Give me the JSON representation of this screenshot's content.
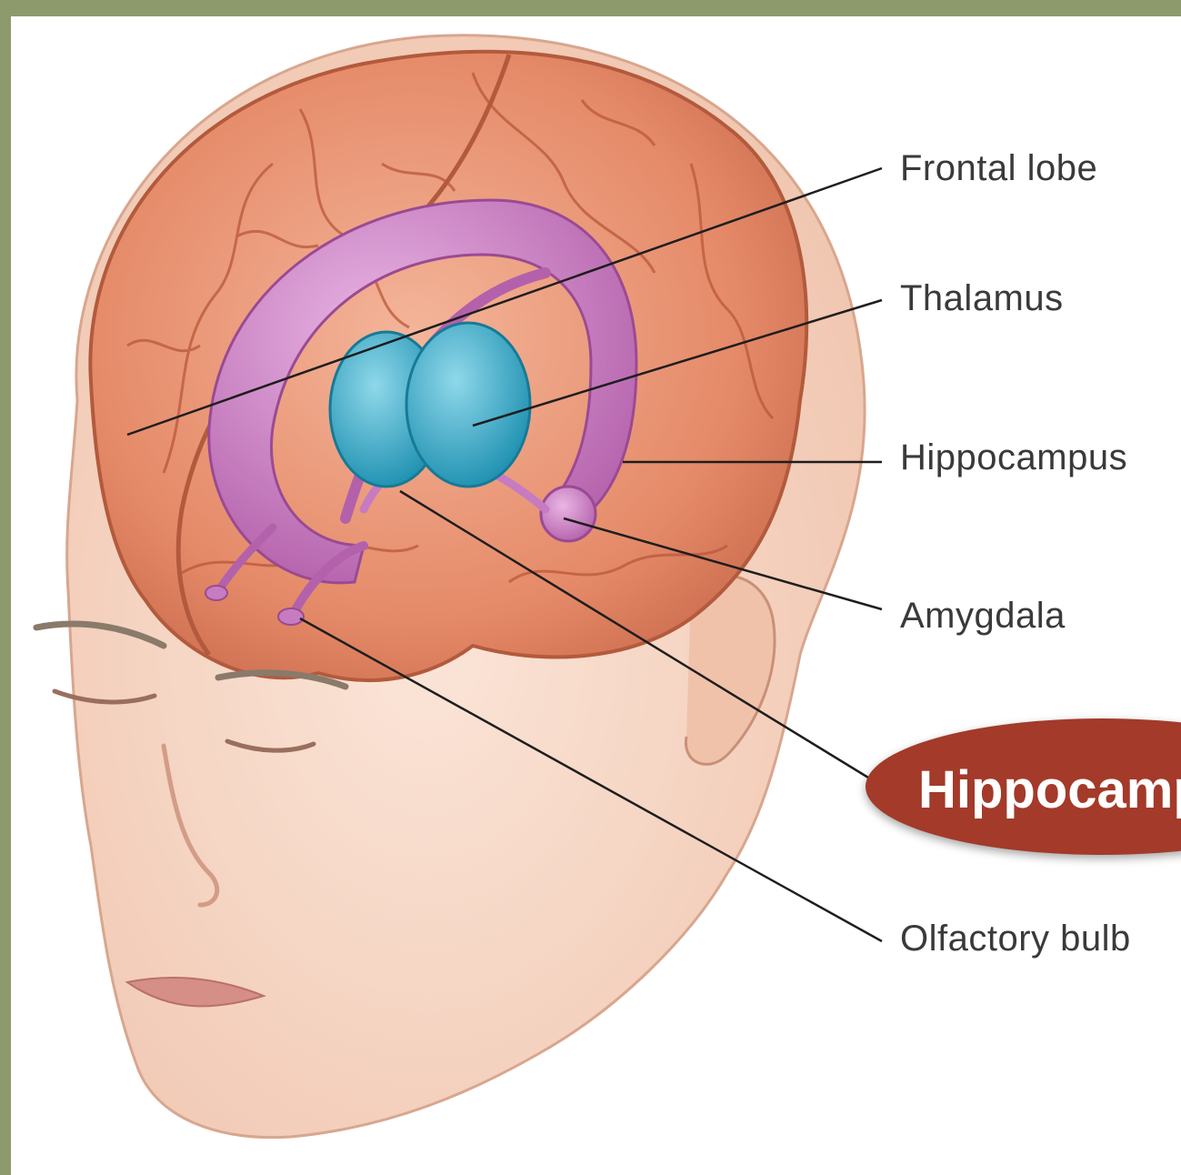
{
  "labels": {
    "frontal_lobe": "Frontal lobe",
    "thalamus": "Thalamus",
    "hippocampus": "Hippocampus",
    "amygdala": "Amygdala",
    "olfactory_bulb": "Olfactory bulb"
  },
  "callout": {
    "text": "Hippocampus",
    "color": "#a33a2a"
  },
  "colors": {
    "frame": "#8d9a6c",
    "brain": "#e58a68",
    "limbic": "#c77bc0",
    "thalamus": "#2fa4c2",
    "skin": "#f6d7c6"
  }
}
